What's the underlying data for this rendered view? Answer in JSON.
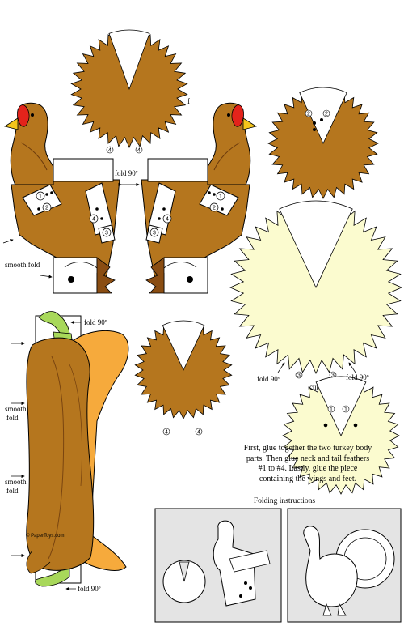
{
  "labels": {
    "fold_top": "fold 90º",
    "fold_wing_top": "fold 90º",
    "fold_wing_bottom": "fold 90º",
    "fold_circle_left": "fold 90º",
    "fold_circle_right": "fold 90º",
    "cut": "cut",
    "smooth_fold": "smooth fold",
    "smooth_fold_a": "smooth",
    "smooth_fold_b": "fold",
    "smooth_fold_c": "smooth",
    "smooth_fold_d": "fold",
    "stray_f": "f"
  },
  "brand": "© PaperToys.com",
  "instructions": [
    "First, glue together the two turkey body",
    "parts. Then glue neck and tail feathers",
    "#1 to #4. Lastly, glue the piece",
    "containing the wings and feet."
  ],
  "folding_caption": "Folding instructions",
  "markers": [
    "1",
    "2",
    "3",
    "4"
  ],
  "colors": {
    "brown": "#b5761e",
    "dark_brown": "#8a4d12",
    "cream": "#fbfbcf",
    "orange": "#f6aa3c",
    "green": "#a8d85a",
    "red": "#e3231b",
    "yellow": "#f4c51b",
    "panel_gray": "#e4e4e4"
  }
}
